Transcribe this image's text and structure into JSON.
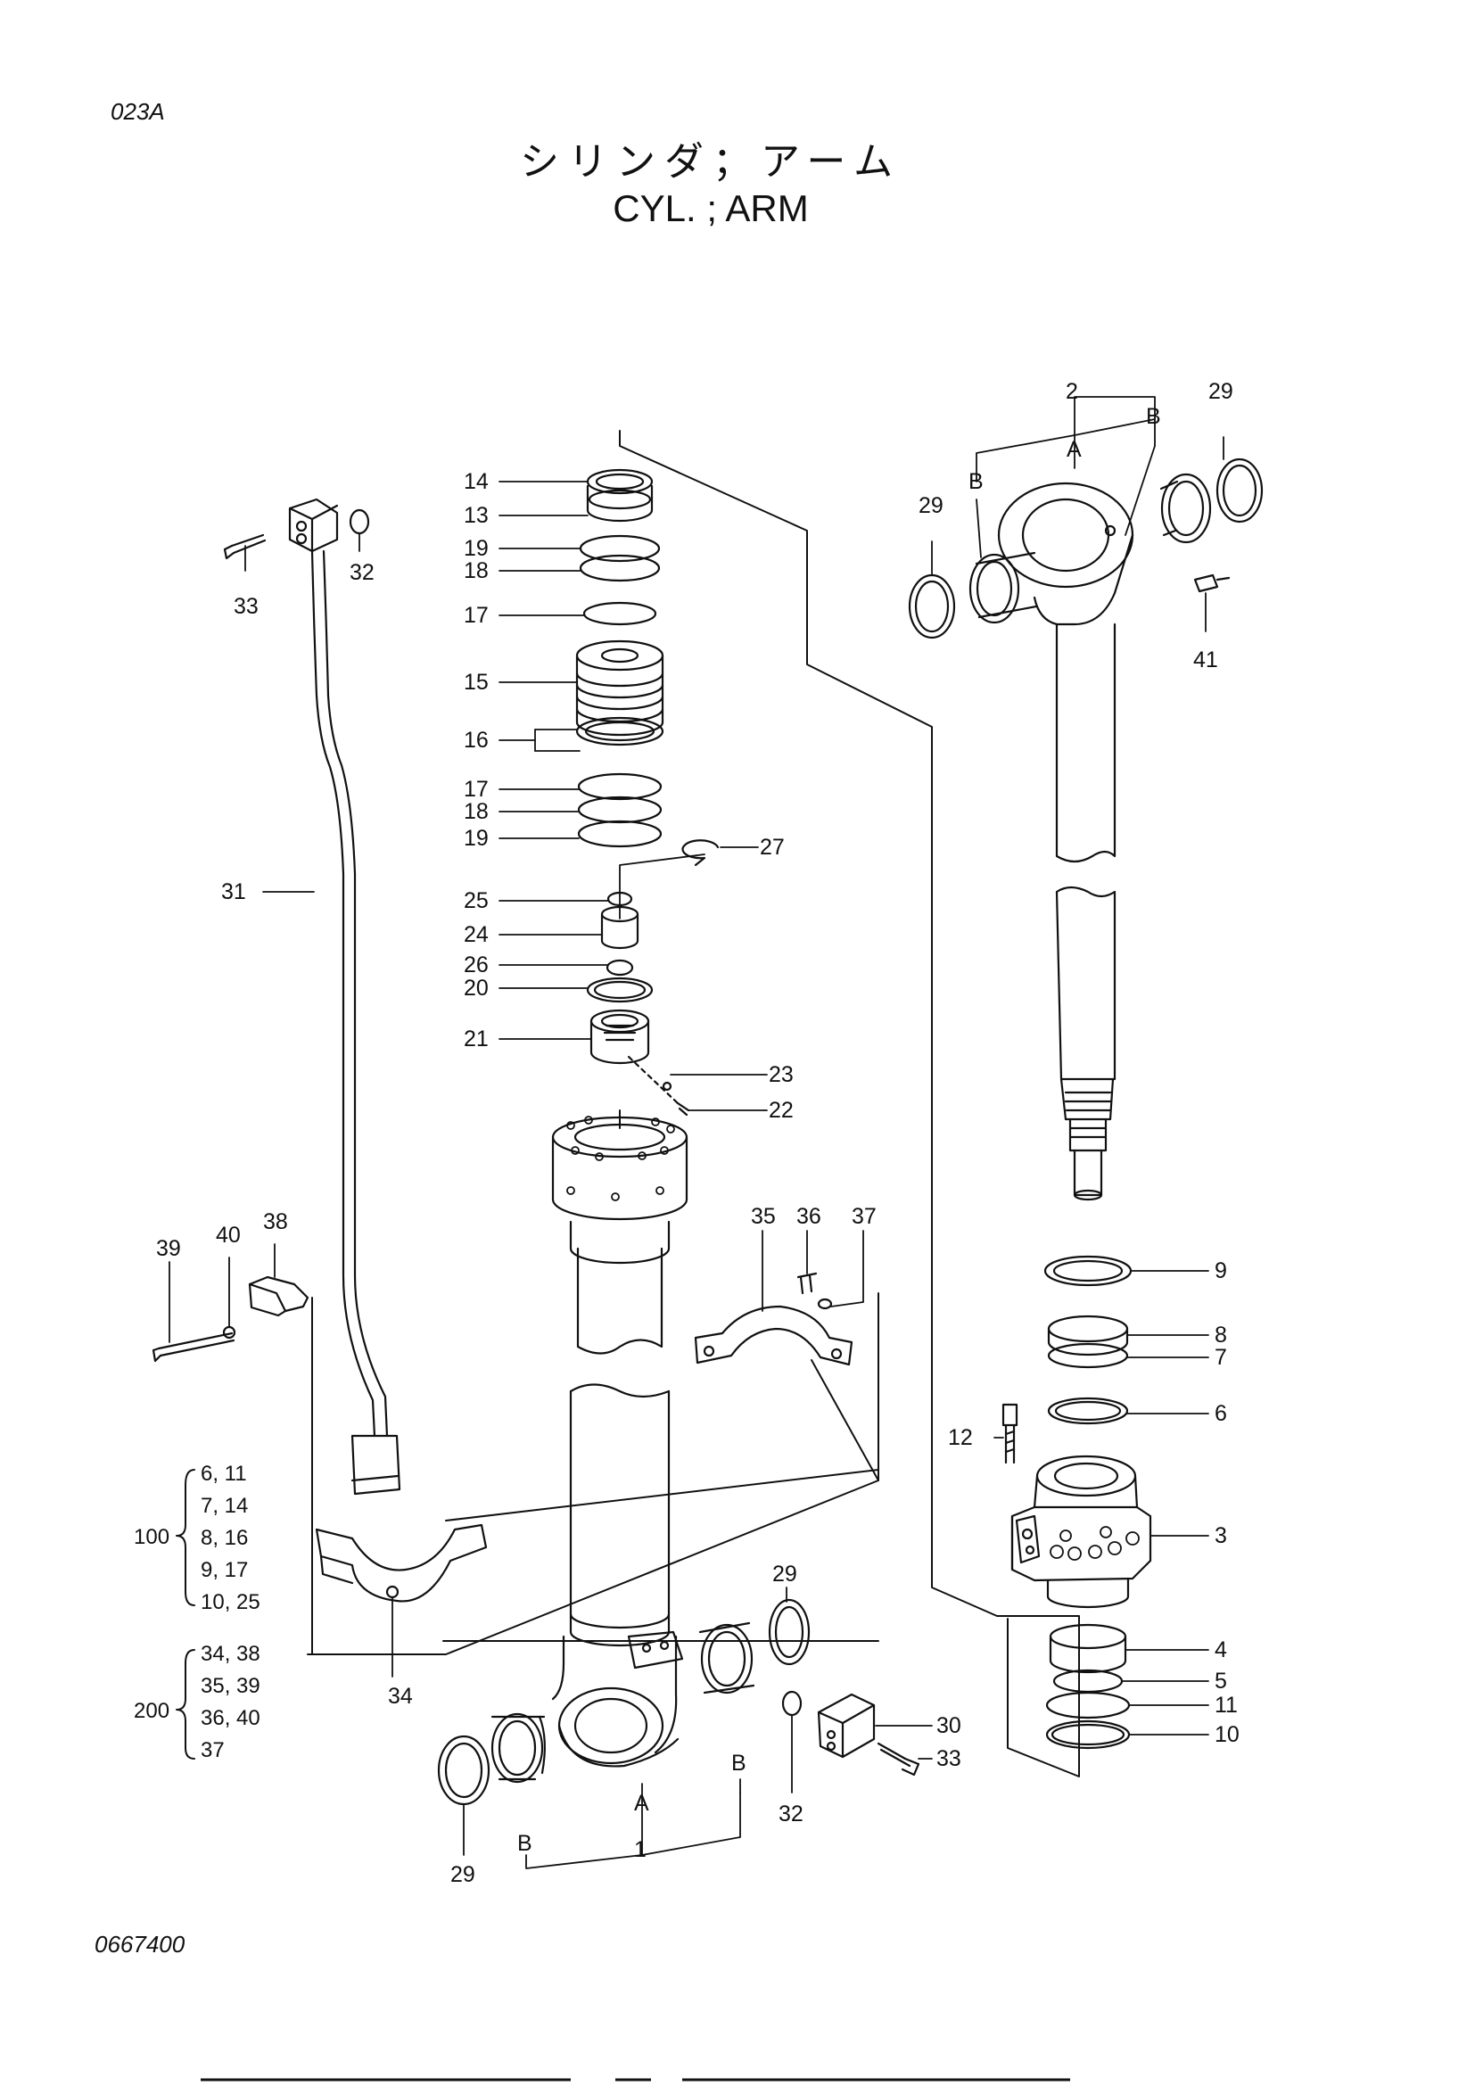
{
  "header": {
    "page_code": "023A",
    "title_jp": "シリンダ；アーム",
    "title_en": "CYL. ; ARM"
  },
  "footer": {
    "drawing_number": "0667400"
  },
  "callouts": {
    "c1": "1",
    "c2": "2",
    "c3": "3",
    "c4": "4",
    "c5": "5",
    "c6": "6",
    "c7": "7",
    "c8": "8",
    "c9": "9",
    "c10": "10",
    "c11": "11",
    "c12": "12",
    "c13": "13",
    "c14": "14",
    "c15": "15",
    "c16": "16",
    "c17": "17",
    "c18": "18",
    "c19": "19",
    "c20": "20",
    "c21": "21",
    "c22": "22",
    "c23": "23",
    "c24": "24",
    "c25": "25",
    "c26": "26",
    "c27": "27",
    "c29": "29",
    "c30": "30",
    "c31": "31",
    "c32": "32",
    "c33": "33",
    "c34": "34",
    "c35": "35",
    "c36": "36",
    "c37": "37",
    "c38": "38",
    "c39": "39",
    "c40": "40",
    "c41": "41",
    "A": "A",
    "B": "B"
  },
  "kits": [
    {
      "label": "100",
      "items": [
        "6, 11",
        "7, 14",
        "8, 16",
        "9, 17",
        "10, 25"
      ]
    },
    {
      "label": "200",
      "items": [
        "34, 38",
        "35, 39",
        "36, 40",
        "37"
      ]
    }
  ]
}
